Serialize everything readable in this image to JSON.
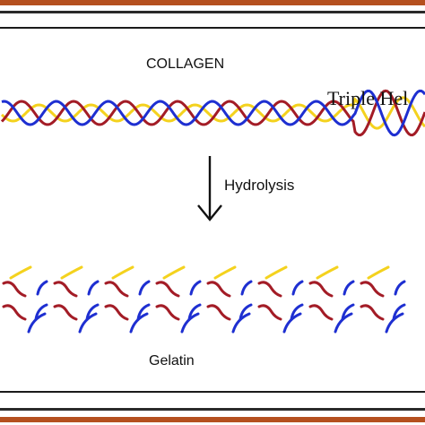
{
  "labels": {
    "collagen": "COLLAGEN",
    "triple_helix": "Triple Hel",
    "hydrolysis": "Hydrolysis",
    "gelatin": "Gelatin"
  },
  "colors": {
    "frame_brown": "#b5501f",
    "frame_dark": "#2a2a2a",
    "strand_blue": "#1e2fd1",
    "strand_red": "#a31c26",
    "strand_yellow": "#f4d21e",
    "arrow": "#111111"
  },
  "icons": {
    "arrow": "down-arrow-icon"
  }
}
